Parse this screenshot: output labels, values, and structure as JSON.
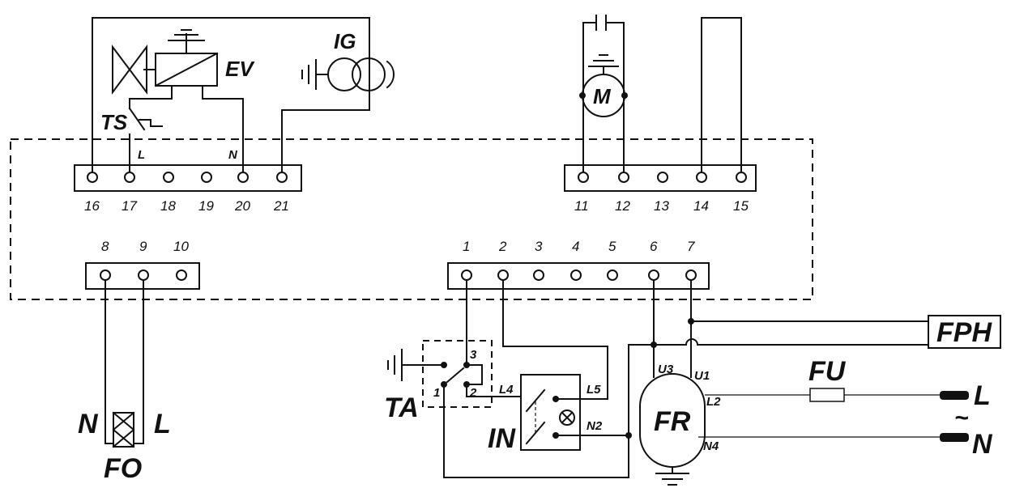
{
  "terminal_numbers": {
    "t16": "16",
    "t17": "17",
    "t18": "18",
    "t19": "19",
    "t20": "20",
    "t21": "21",
    "t11": "11",
    "t12": "12",
    "t13": "13",
    "t14": "14",
    "t15": "15",
    "t8": "8",
    "t9": "9",
    "t10": "10",
    "t1": "1",
    "t2": "2",
    "t3": "3",
    "t4": "4",
    "t5": "5",
    "t6": "6",
    "t7": "7"
  },
  "components": {
    "ev": "EV",
    "ig": "IG",
    "ts": "TS",
    "motor": "M",
    "fo": "FO",
    "ta": "TA",
    "in": "IN",
    "fr": "FR",
    "fu": "FU",
    "fph": "FPH"
  },
  "wire_labels": {
    "l_top": "L",
    "n_top": "N",
    "fo_n": "N",
    "fo_l": "L",
    "ta_1": "1",
    "ta_2": "2",
    "ta_3": "3",
    "in_l4": "L4",
    "in_l5": "L5",
    "in_n2": "N2",
    "fr_u3": "U3",
    "fr_u1": "U1",
    "fr_l2": "L2",
    "fr_n4": "N4",
    "supply_l": "L",
    "supply_n": "N",
    "ac_symbol": "~"
  }
}
